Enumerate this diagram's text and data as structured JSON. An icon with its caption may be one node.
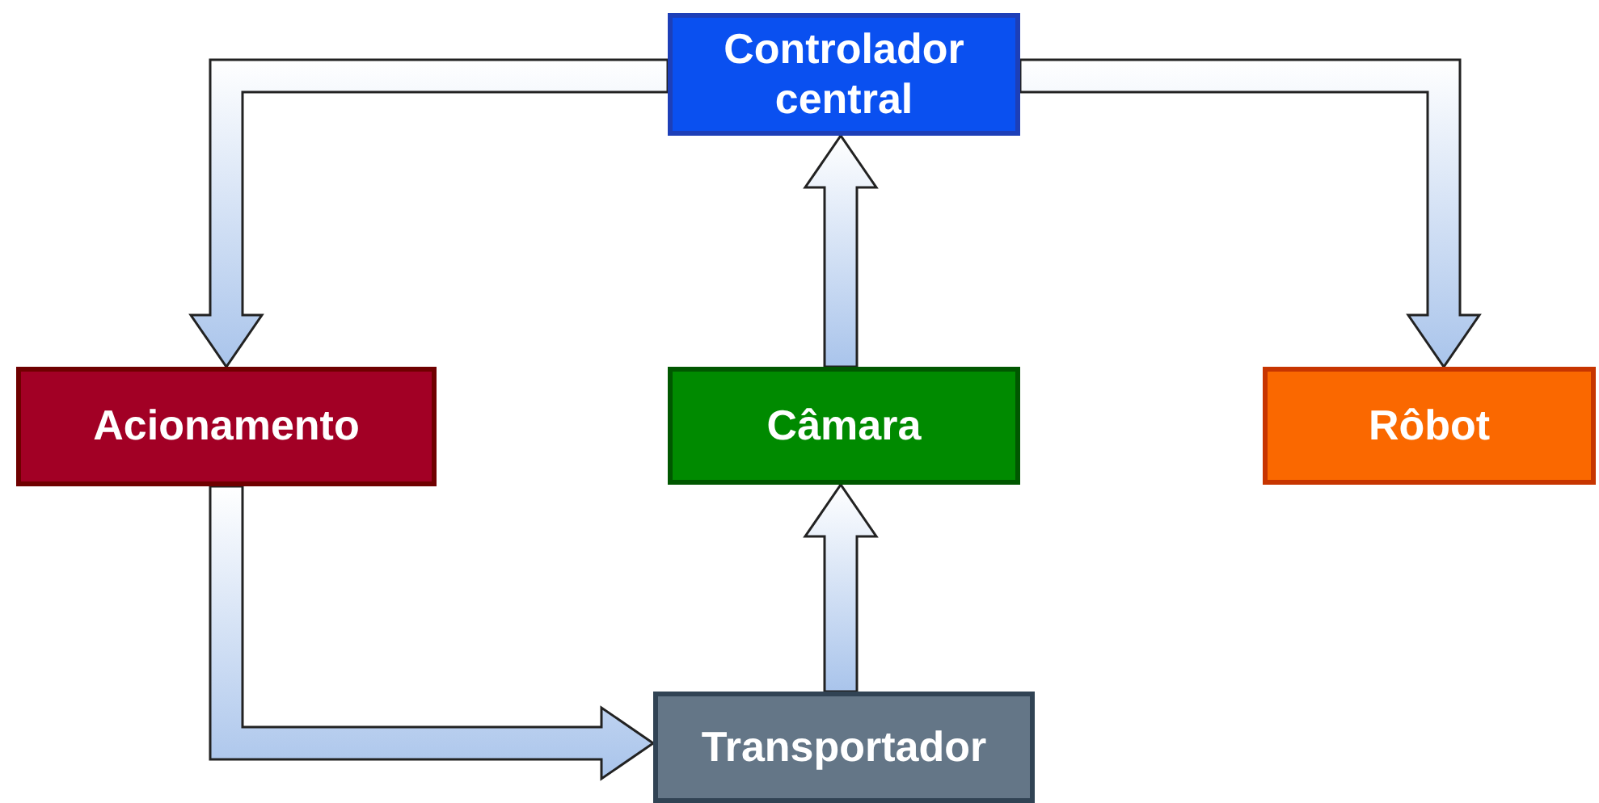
{
  "diagram": {
    "nodes": [
      {
        "text": [
          "Controlador central"
        ]
      },
      {
        "text": [
          "Acionamento"
        ]
      },
      {
        "text": [
          "Câmara"
        ]
      },
      {
        "text": [
          "Rôbot"
        ]
      },
      {
        "text": [
          "Transportador"
        ]
      }
    ],
    "edges": [
      {
        "from": 0,
        "to": 1,
        "arrow": "to"
      },
      {
        "from": 0,
        "to": 3,
        "arrow": "to"
      },
      {
        "from": 2,
        "to": 0,
        "arrow": "to"
      },
      {
        "from": 4,
        "to": 2,
        "arrow": "to"
      },
      {
        "from": 1,
        "to": 4,
        "arrow": "to"
      }
    ]
  }
}
